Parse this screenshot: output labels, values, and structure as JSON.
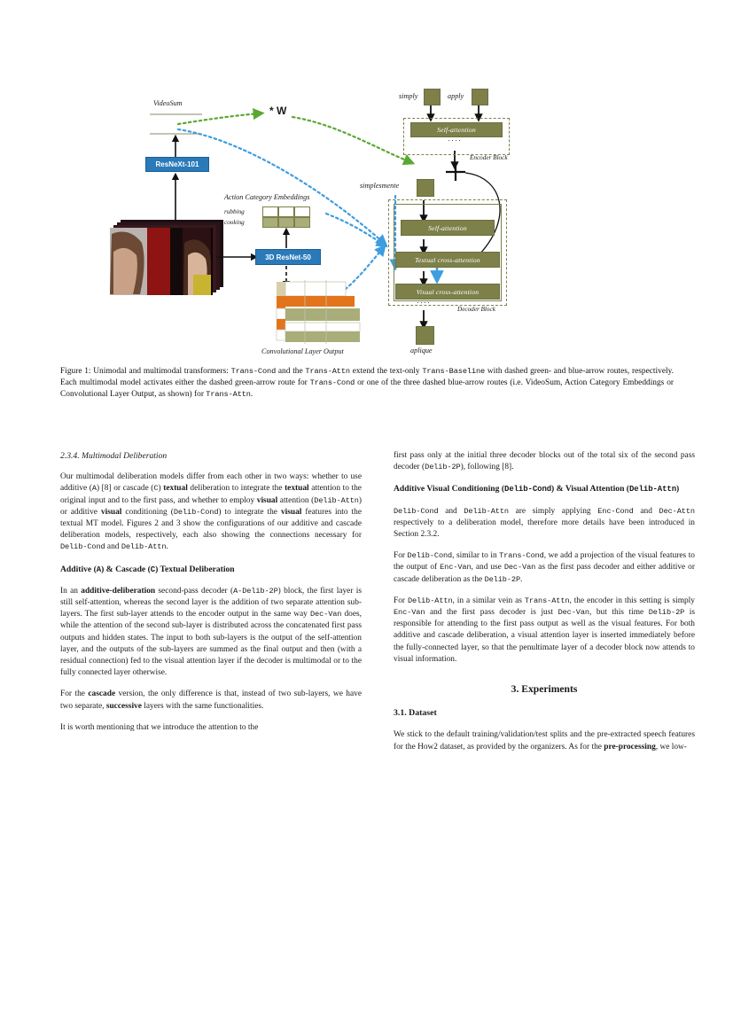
{
  "figure": {
    "name": "unimodal-multimodal-transformers-diagram",
    "labels": {
      "videosum": "VideoSum",
      "resnext": "ResNeXt-101",
      "action_category_embeddings": "Action Category Embeddings",
      "rubbing": "rubbing",
      "cooking": "cooking",
      "resnet3d": "3D ResNet-50",
      "conv_layer_output": "Convolutional Layer Output",
      "w_symbol": "* W",
      "simply": "simply",
      "apply": "apply",
      "self_attention_enc": "Self-attention",
      "encoder_block": "Encoder Block",
      "plus": "+",
      "simplesmente": "simplesmente",
      "self_attention_dec": "Self-attention",
      "textual_cross_attention": "Textual  cross-attention",
      "visual_cross_attention": "Visual  cross-attention",
      "decoder_block": "Decoder Block",
      "aplique": "aplique",
      "dots": "····"
    },
    "colors": {
      "olive": "#7d8049",
      "olive_light": "#a9ad79",
      "blue": "#2a7ab9",
      "green_arrow": "#5aa832",
      "blue_arrow": "#3d9de0",
      "orange": "#e2751b"
    }
  },
  "caption": {
    "prefix": "Figure 1: Unimodal and multimodal transformers: ",
    "t1": "Trans-Cond",
    "s1": " and the ",
    "t2": "Trans-Attn",
    "s2": " extend the text-only ",
    "t3": "Trans-Baseline",
    "s3": " with dashed green- and blue-arrow routes, respectively. Each multimodal model activates either the dashed green-arrow route for ",
    "t4": "Trans-Cond",
    "s4": " or one of the three dashed blue-arrow routes (i.e. VideoSum, Action Category Embeddings or Convolutional Layer Output, as shown) for ",
    "t5": "Trans-Attn",
    "s5": "."
  },
  "left_column": {
    "section_heading": "2.3.4.  Multimodal Deliberation",
    "p1": {
      "a": "Our multimodal deliberation models differ from each other in two ways: whether to use additive (",
      "m1": "A",
      "b": ") [8] or cascade (",
      "m2": "C",
      "c": ") ",
      "bold1": "textual",
      "d": " deliberation to integrate the ",
      "bold2": "textual",
      "e": " attention to the original input and to the first pass, and whether to employ ",
      "bold3": "visual",
      "f": " attention (",
      "m3": "Delib-Attn",
      "g": ") or additive ",
      "bold4": "visual",
      "h": " conditioning (",
      "m4": "Delib-Cond",
      "i": ") to integrate the ",
      "bold5": "visual",
      "j": " features into the textual MT model. Figures 2 and 3 show the configurations of our additive and cascade deliberation models, respectively, each also showing the connections necessary for ",
      "m5": "Delib-Cond",
      "k": " and ",
      "m6": "Delib-Attn",
      "l": "."
    },
    "heading2": {
      "a": "Additive (",
      "m1": "A",
      "b": ") & Cascade (",
      "m2": "C",
      "c": ") Textual Deliberation"
    },
    "p2": {
      "a": "In an ",
      "bold1": "additive-deliberation",
      "b": " second-pass decoder (",
      "m1": "A-Delib-2P",
      "c": ") block, the first layer is still self-attention, whereas the second layer is the addition of two separate attention sub-layers. The first sub-layer attends to the encoder output in the same way ",
      "m2": "Dec-Van",
      "d": " does, while the attention of the second sub-layer is distributed across the concatenated first pass outputs and hidden states. The input to both sub-layers is the output of the self-attention layer, and the outputs of the sub-layers are summed as the final output and then (with a residual connection) fed to the visual attention layer if the decoder is multimodal or to the fully connected layer otherwise."
    },
    "p3": {
      "a": "For the ",
      "bold1": "cascade",
      "b": " version, the only difference is that, instead of two sub-layers, we have two separate, ",
      "bold2": "successive",
      "c": " layers with the same functionalities."
    },
    "p4": {
      "a": "It is worth mentioning that we introduce the attention to the"
    }
  },
  "right_column": {
    "p1": {
      "a": "first pass only at the initial three decoder blocks out of the total six of the second pass decoder (",
      "m1": "Delib-2P",
      "b": "), following [8]."
    },
    "heading1": {
      "a": "Additive Visual Conditioning (",
      "m1": "Delib-Cond",
      "b": ") & Visual Attention (",
      "m2": "Delib-Attn",
      "c": ")"
    },
    "p2": {
      "m1": "Delib-Cond",
      "a": " and ",
      "m2": "Delib-Attn",
      "b": " are simply applying ",
      "m3": "Enc-Cond",
      "c": " and ",
      "m4": "Dec-Attn",
      "d": " respectively to a deliberation model, therefore more details have been introduced in Section 2.3.2."
    },
    "p3": {
      "a": "For ",
      "m1": "Delib-Cond",
      "b": ", similar to in ",
      "m2": "Trans-Cond",
      "c": ", we add a projection of the visual features to the output of ",
      "m3": "Enc-Van",
      "d": ", and use ",
      "m4": "Dec-Van",
      "e": " as the first pass decoder and either additive or cascade deliberation as the ",
      "m5": "Delib-2P",
      "f": "."
    },
    "p4": {
      "a": "For ",
      "m1": "Delib-Attn",
      "b": ", in a similar vein as ",
      "m2": "Trans-Attn",
      "c": ", the encoder in this setting is simply ",
      "m3": "Enc-Van",
      "d": " and the first pass decoder is just ",
      "m4": "Dec-Van",
      "e": ", but this time ",
      "m5": "Delib-2P",
      "f": " is responsible for attending to the first pass output as well as the visual features. For both additive and cascade deliberation, a visual attention layer is inserted immediately before the fully-connected layer, so that the penultimate layer of a decoder block now attends to visual information."
    },
    "section_heading": "3.  Experiments",
    "subsection_heading": "3.1.  Dataset",
    "p5": {
      "a": "We stick to the default training/validation/test splits and the pre-extracted speech features for the How2 dataset, as provided by the organizers. As for the ",
      "bold1": "pre-processing",
      "b": ", we low-"
    }
  }
}
